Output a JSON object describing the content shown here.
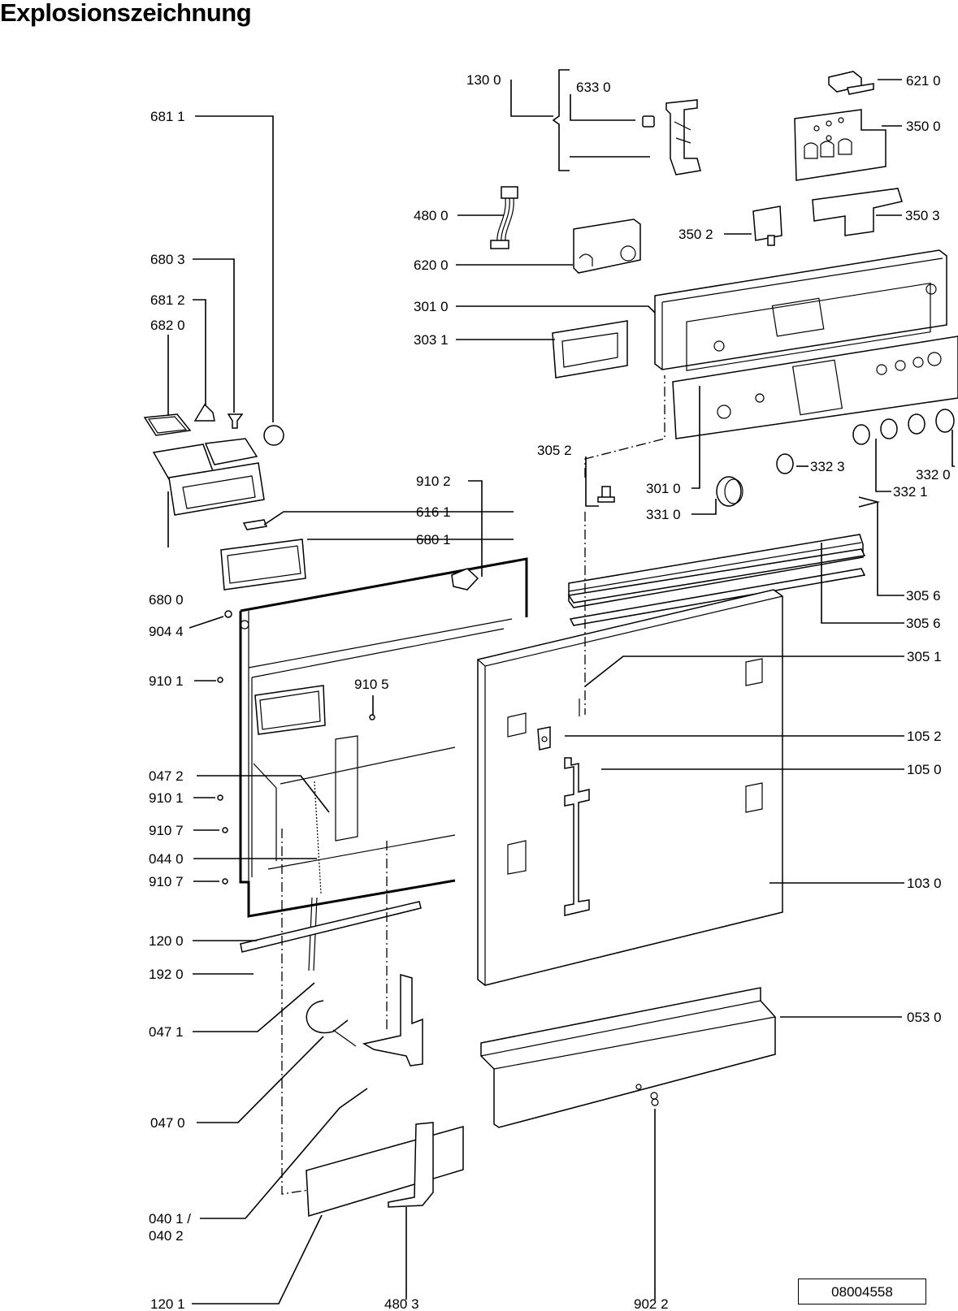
{
  "title": "Explosionszeichnung",
  "drawing_number": "08004558",
  "callouts": [
    {
      "id": "130_0",
      "text": "130 0"
    },
    {
      "id": "633_0",
      "text": "633 0"
    },
    {
      "id": "621_0",
      "text": "621 0"
    },
    {
      "id": "350_0",
      "text": "350 0"
    },
    {
      "id": "480_0",
      "text": "480 0"
    },
    {
      "id": "350_2",
      "text": "350 2"
    },
    {
      "id": "350_3",
      "text": "350 3"
    },
    {
      "id": "620_0",
      "text": "620 0"
    },
    {
      "id": "301_0_top",
      "text": "301 0"
    },
    {
      "id": "303_1",
      "text": "303 1"
    },
    {
      "id": "681_1",
      "text": "681 1"
    },
    {
      "id": "680_3",
      "text": "680 3"
    },
    {
      "id": "681_2",
      "text": "681 2"
    },
    {
      "id": "682_0",
      "text": "682 0"
    },
    {
      "id": "305_2",
      "text": "305 2"
    },
    {
      "id": "910_2",
      "text": "910 2"
    },
    {
      "id": "616_1",
      "text": "616 1"
    },
    {
      "id": "680_1",
      "text": "680 1"
    },
    {
      "id": "301_0_bottom",
      "text": "301 0"
    },
    {
      "id": "331_0",
      "text": "331 0"
    },
    {
      "id": "332_3",
      "text": "332 3"
    },
    {
      "id": "332_0",
      "text": "332 0"
    },
    {
      "id": "332_1",
      "text": "332 1"
    },
    {
      "id": "680_0",
      "text": "680 0"
    },
    {
      "id": "904_4",
      "text": "904 4"
    },
    {
      "id": "305_6_a",
      "text": "305 6"
    },
    {
      "id": "305_6_b",
      "text": "305 6"
    },
    {
      "id": "910_1_a",
      "text": "910 1"
    },
    {
      "id": "910_5",
      "text": "910 5"
    },
    {
      "id": "305_1",
      "text": "305 1"
    },
    {
      "id": "105_2",
      "text": "105 2"
    },
    {
      "id": "105_0",
      "text": "105 0"
    },
    {
      "id": "047_2",
      "text": "047 2"
    },
    {
      "id": "910_1_b",
      "text": "910 1"
    },
    {
      "id": "910_7_a",
      "text": "910 7"
    },
    {
      "id": "044_0",
      "text": "044 0"
    },
    {
      "id": "910_7_b",
      "text": "910 7"
    },
    {
      "id": "103_0",
      "text": "103 0"
    },
    {
      "id": "120_0",
      "text": "120 0"
    },
    {
      "id": "192_0",
      "text": "192 0"
    },
    {
      "id": "047_1",
      "text": "047 1"
    },
    {
      "id": "053_0",
      "text": "053 0"
    },
    {
      "id": "047_0",
      "text": "047 0"
    },
    {
      "id": "040_1",
      "text": "040 1 /"
    },
    {
      "id": "040_2",
      "text": "040 2"
    },
    {
      "id": "120_1",
      "text": "120 1"
    },
    {
      "id": "480_3",
      "text": "480 3"
    },
    {
      "id": "902_2",
      "text": "902 2"
    }
  ]
}
